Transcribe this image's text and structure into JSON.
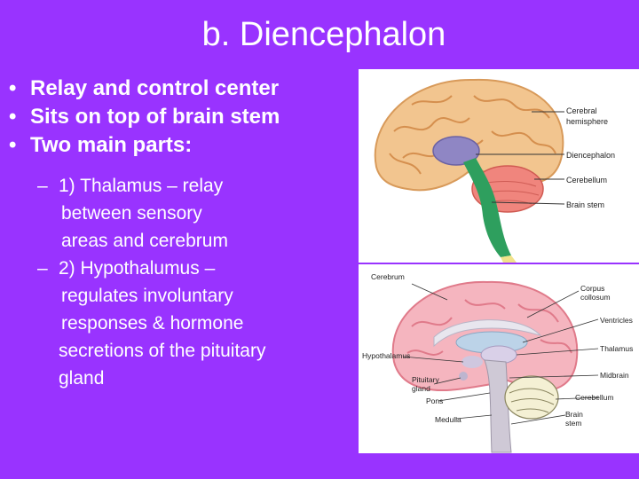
{
  "slide": {
    "title": "b. Diencephalon",
    "bullets": [
      "Relay and control center",
      "Sits on top of brain stem",
      "Two main parts:"
    ],
    "subpoints": {
      "thalamus": {
        "lines": [
          "1) Thalamus – relay",
          "between sensory",
          "areas and cerebrum"
        ]
      },
      "hypothalamus": {
        "lines": [
          "2) Hypothalumus –",
          "regulates involuntary",
          "responses & hormone",
          "secretions of the pituitary",
          "gland"
        ]
      }
    },
    "bullet_glyph": "•",
    "dash_glyph": "–"
  },
  "figure_top": {
    "labels": {
      "cerebral_hemisphere_1": "Cerebral",
      "cerebral_hemisphere_2": "hemisphere",
      "diencephalon": "Diencephalon",
      "cerebellum": "Cerebellum",
      "brain_stem": "Brain stem"
    }
  },
  "figure_bottom": {
    "labels": {
      "cerebrum": "Cerebrum",
      "corpus_1": "Corpus",
      "corpus_2": "collosum",
      "ventricles": "Ventricles",
      "thalamus": "Thalamus",
      "hypothalamus": "Hypothalamus",
      "pituitary_1": "Pituitary",
      "pituitary_2": "gland",
      "midbrain": "Midbrain",
      "pons": "Pons",
      "cerebellum": "Cerebellum",
      "medulla": "Medulla",
      "brain_stem_1": "Brain",
      "brain_stem_2": "stem"
    }
  },
  "colors": {
    "background": "#9933ff",
    "text": "#ffffff"
  }
}
